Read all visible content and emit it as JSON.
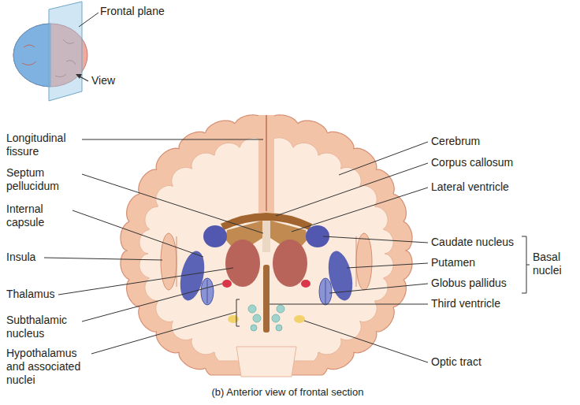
{
  "diagram": {
    "caption": "(b) Anterior view of frontal section",
    "labels": [
      "Frontal plane",
      "View",
      "Longitudinal fissure",
      "Septum pellucidum",
      "Internal capsule",
      "Insula",
      "Thalamus",
      "Subthalamic nucleus",
      "Hypothalamus and associated nuclei",
      "Cerebrum",
      "Corpus callosum",
      "Lateral ventricle",
      "Caudate nucleus",
      "Putamen",
      "Globus pallidus",
      "Basal nuclei",
      "Third ventricle",
      "Optic tract"
    ]
  }
}
